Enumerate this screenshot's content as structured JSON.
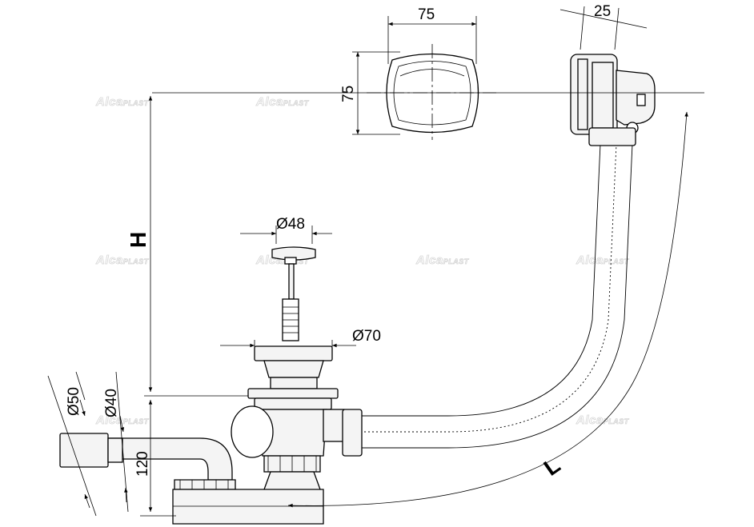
{
  "dimensions": {
    "cap_width": "75",
    "cap_height": "75",
    "overflow_depth": "25",
    "plug_diameter": "Ø48",
    "waste_diameter": "Ø70",
    "outlet_outer_diameter": "Ø50",
    "outlet_inner_diameter": "Ø40",
    "trap_height": "120",
    "height_label": "H",
    "length_label": "L"
  },
  "watermark": {
    "brand": "Alca",
    "suffix": "PLAST"
  },
  "colors": {
    "line": "#000000",
    "part_fill": "#f4f4f4",
    "watermark": "#d6d6d6"
  }
}
